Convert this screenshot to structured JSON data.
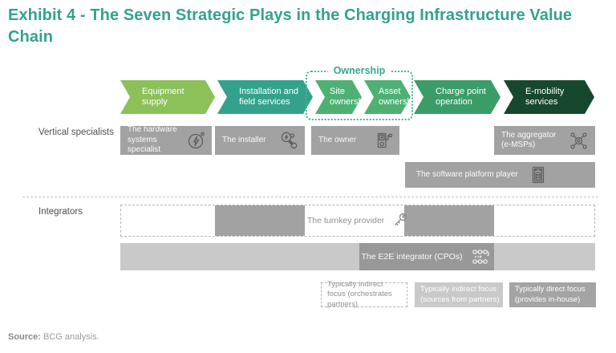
{
  "title": "Exhibit 4 - The Seven Strategic Plays in the Charging Infrastructure Value Chain",
  "value_chain": {
    "ownership_label": "Ownership",
    "stages": [
      {
        "label": "Equipment supply",
        "color": "#8cc059"
      },
      {
        "label": "Installation and field services",
        "color": "#33a28c"
      },
      {
        "label": "Site ownership",
        "color": "#4eb173"
      },
      {
        "label": "Asset ownership",
        "color": "#4eb173"
      },
      {
        "label": "Charge point operation",
        "color": "#3a9d68"
      },
      {
        "label": "E-mobility services",
        "color": "#17482d"
      }
    ]
  },
  "bands": {
    "vertical_specialists": "Vertical specialists",
    "integrators": "Integrators"
  },
  "players": {
    "hardware": "The hardware systems specialist",
    "installer": "The installer",
    "owner": "The owner",
    "aggregator": "The aggregator (e-MSPs)",
    "software": "The software platform player",
    "turnkey": "The turnkey provider",
    "e2e": "The E2E integrator (CPOs)"
  },
  "legend": [
    {
      "text": "Typically indirect focus (orchestrates partners)",
      "style": "dashed-white"
    },
    {
      "text": "Typically indirect focus (sources from partners)",
      "style": "light-gray"
    },
    {
      "text": "Typically direct focus (provides in-house)",
      "style": "dark-gray"
    }
  ],
  "source": {
    "label": "Source:",
    "text": " BCG analysis."
  },
  "colors": {
    "title_green": "#33a28b",
    "ownership_teal": "#35a98c",
    "player_gray": "#a2a2a2",
    "e2e_light": "#c9c9c9",
    "e2e_dark": "#989898",
    "icon_stroke": "#5f5f5f"
  }
}
